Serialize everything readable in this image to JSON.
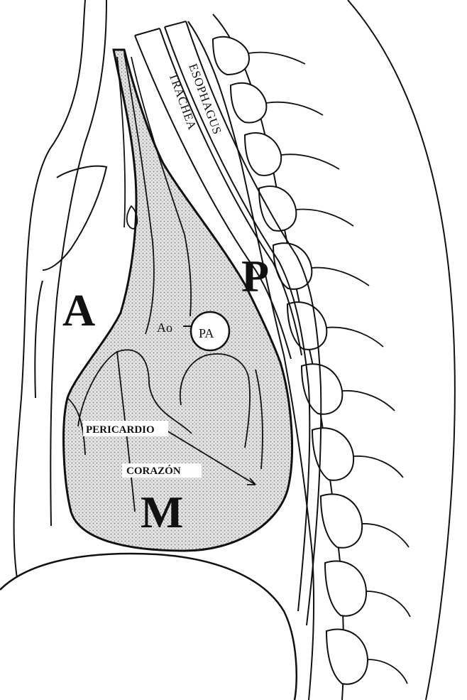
{
  "labels": {
    "anterior": "A",
    "posterior": "P",
    "middle": "M",
    "aorta": "Ao",
    "pulmonary_artery": "PA",
    "pericardium": "PERICARDIO",
    "heart": "CORAZÓN",
    "trachea": "TRACHEA",
    "esophagus": "ESOPHAGUS"
  },
  "colors": {
    "ink": "#111111",
    "stipple": "#9a9a9a",
    "background": "#ffffff"
  }
}
